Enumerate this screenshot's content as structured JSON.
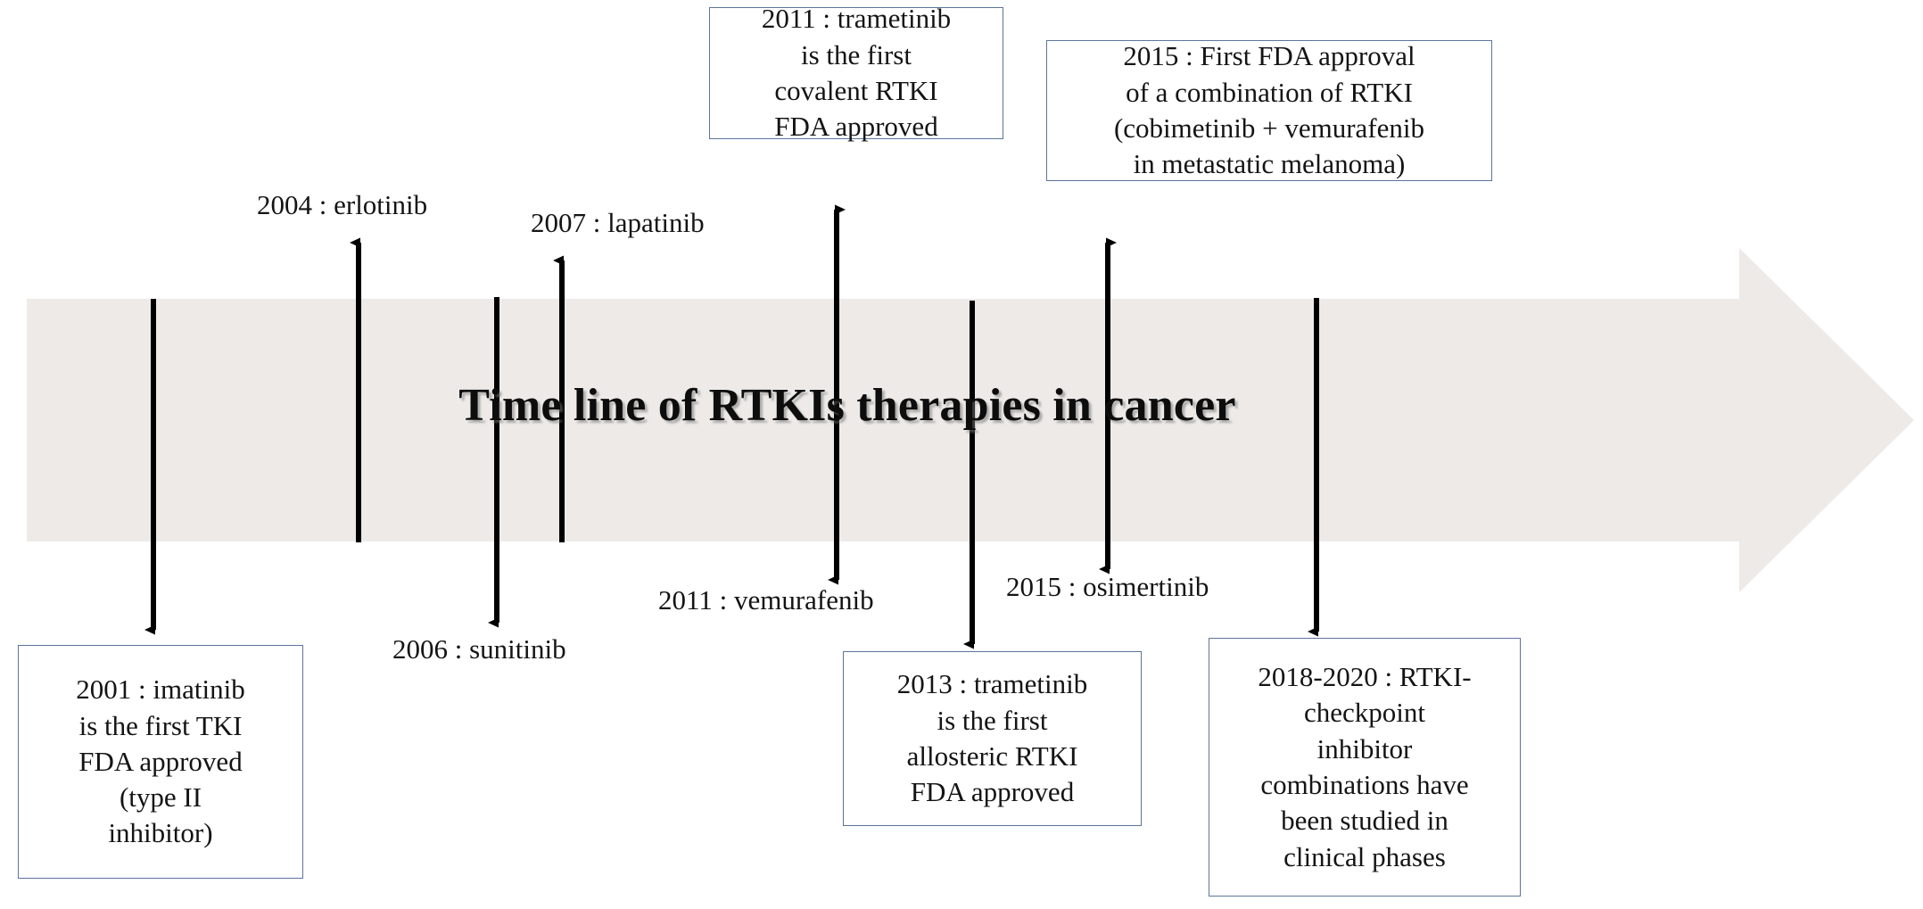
{
  "banner": {
    "title": "Time line of RTKIs therapies in cancer",
    "fill_color": "#EDEAE8",
    "shape": "right-arrow"
  },
  "style": {
    "box_border_color": "#5B759B",
    "connector_color": "#000000",
    "text_color": "#141414"
  },
  "chart_data": {
    "type": "timeline",
    "title": "Time line of RTKIs therapies in cancer",
    "events": [
      {
        "year": "2001",
        "label": "2001 : imatinib is the first TKI FDA approved (type II inhibitor)",
        "boxed": true,
        "side": "below"
      },
      {
        "year": "2004",
        "label": "2004 : erlotinib",
        "boxed": false,
        "side": "above"
      },
      {
        "year": "2006",
        "label": "2006 : sunitinib",
        "boxed": false,
        "side": "below"
      },
      {
        "year": "2007",
        "label": "2007 : lapatinib",
        "boxed": false,
        "side": "above"
      },
      {
        "year": "2011",
        "label": "2011 : trametinib is the first covalent RTKI FDA approved",
        "boxed": true,
        "side": "above"
      },
      {
        "year": "2011",
        "label": "2011 : vemurafenib",
        "boxed": false,
        "side": "below"
      },
      {
        "year": "2013",
        "label": "2013 : trametinib is the first allosteric RTKI FDA approved",
        "boxed": true,
        "side": "below"
      },
      {
        "year": "2015",
        "label": "2015 : First FDA approval of a combination of RTKI (cobimetinib + vemurafenib in metastatic melanoma)",
        "boxed": true,
        "side": "above"
      },
      {
        "year": "2015",
        "label": "2015 : osimertinib",
        "boxed": false,
        "side": "below"
      },
      {
        "year": "2018-2020",
        "label": "2018-2020 : RTKI-checkpoint inhibitor combinations have been studied in clinical phases",
        "boxed": true,
        "side": "below"
      }
    ]
  },
  "boxes": {
    "trametinib_2011": {
      "lines": [
        "2011 : trametinib",
        "is the first",
        "covalent RTKI",
        "FDA approved"
      ]
    },
    "combo_2015": {
      "lines": [
        "2015 : First FDA approval",
        "of a combination of RTKI",
        "(cobimetinib + vemurafenib",
        "in metastatic melanoma)"
      ]
    },
    "imatinib_2001": {
      "lines": [
        "2001 : imatinib",
        "is the first TKI",
        "FDA approved",
        "(type II",
        "inhibitor)"
      ]
    },
    "trametinib_2013": {
      "lines": [
        "2013 : trametinib",
        "is the first",
        "allosteric RTKI",
        "FDA approved"
      ]
    },
    "rtki_2018_2020": {
      "lines": [
        "2018-2020 : RTKI-",
        "checkpoint",
        "inhibitor",
        "combinations have",
        "been studied in",
        "clinical phases"
      ]
    }
  },
  "labels": {
    "erlotinib_2004": "2004 : erlotinib",
    "lapatinib_2007": "2007 : lapatinib",
    "sunitinib_2006": "2006 : sunitinib",
    "vemurafenib_2011": "2011 : vemurafenib",
    "osimertinib_2015": "2015 : osimertinib"
  }
}
